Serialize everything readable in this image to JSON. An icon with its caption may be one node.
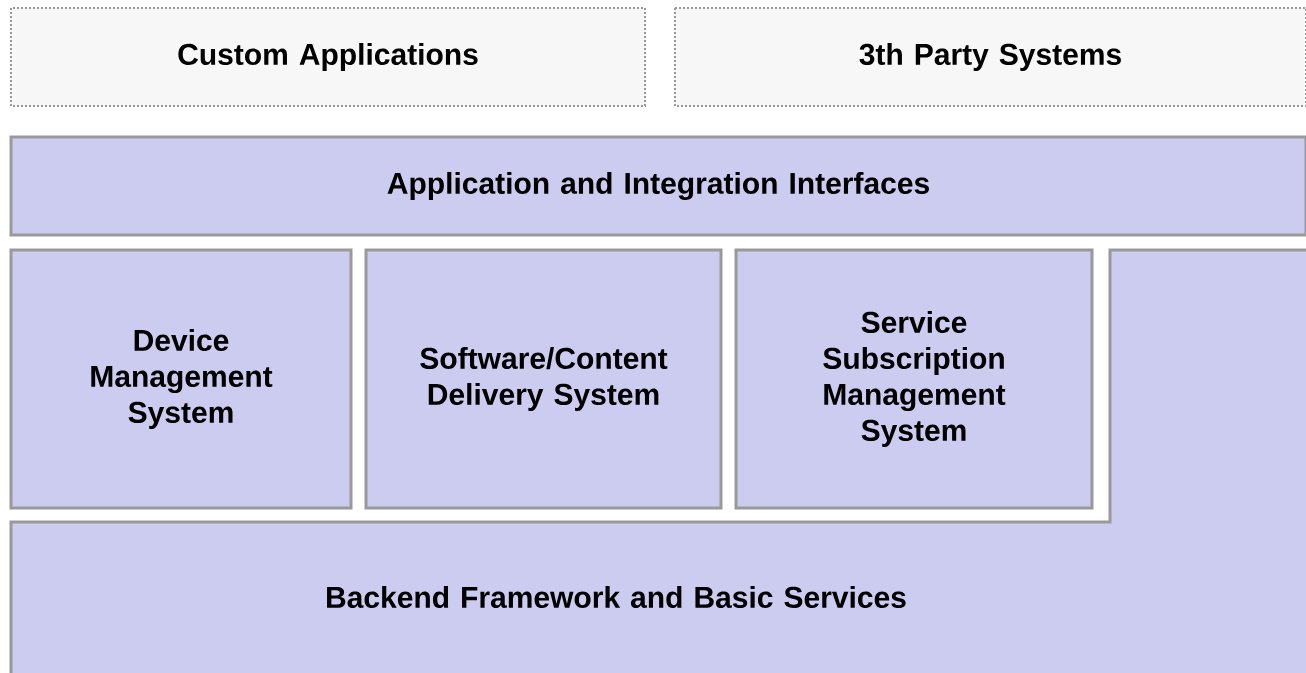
{
  "diagram": {
    "nodes": [
      {
        "text": [
          "Custom Applications"
        ]
      },
      {
        "text": [
          "3th Party Systems"
        ]
      },
      {
        "text": [
          "Application and Integration Interfaces"
        ]
      },
      {
        "text": [
          "Device Management System"
        ]
      },
      {
        "text": [
          "Software/Content Delivery System"
        ]
      },
      {
        "text": [
          "Service Subscription Management System"
        ]
      },
      {
        "text": [
          "Backend Framework and Basic Services"
        ]
      }
    ]
  }
}
